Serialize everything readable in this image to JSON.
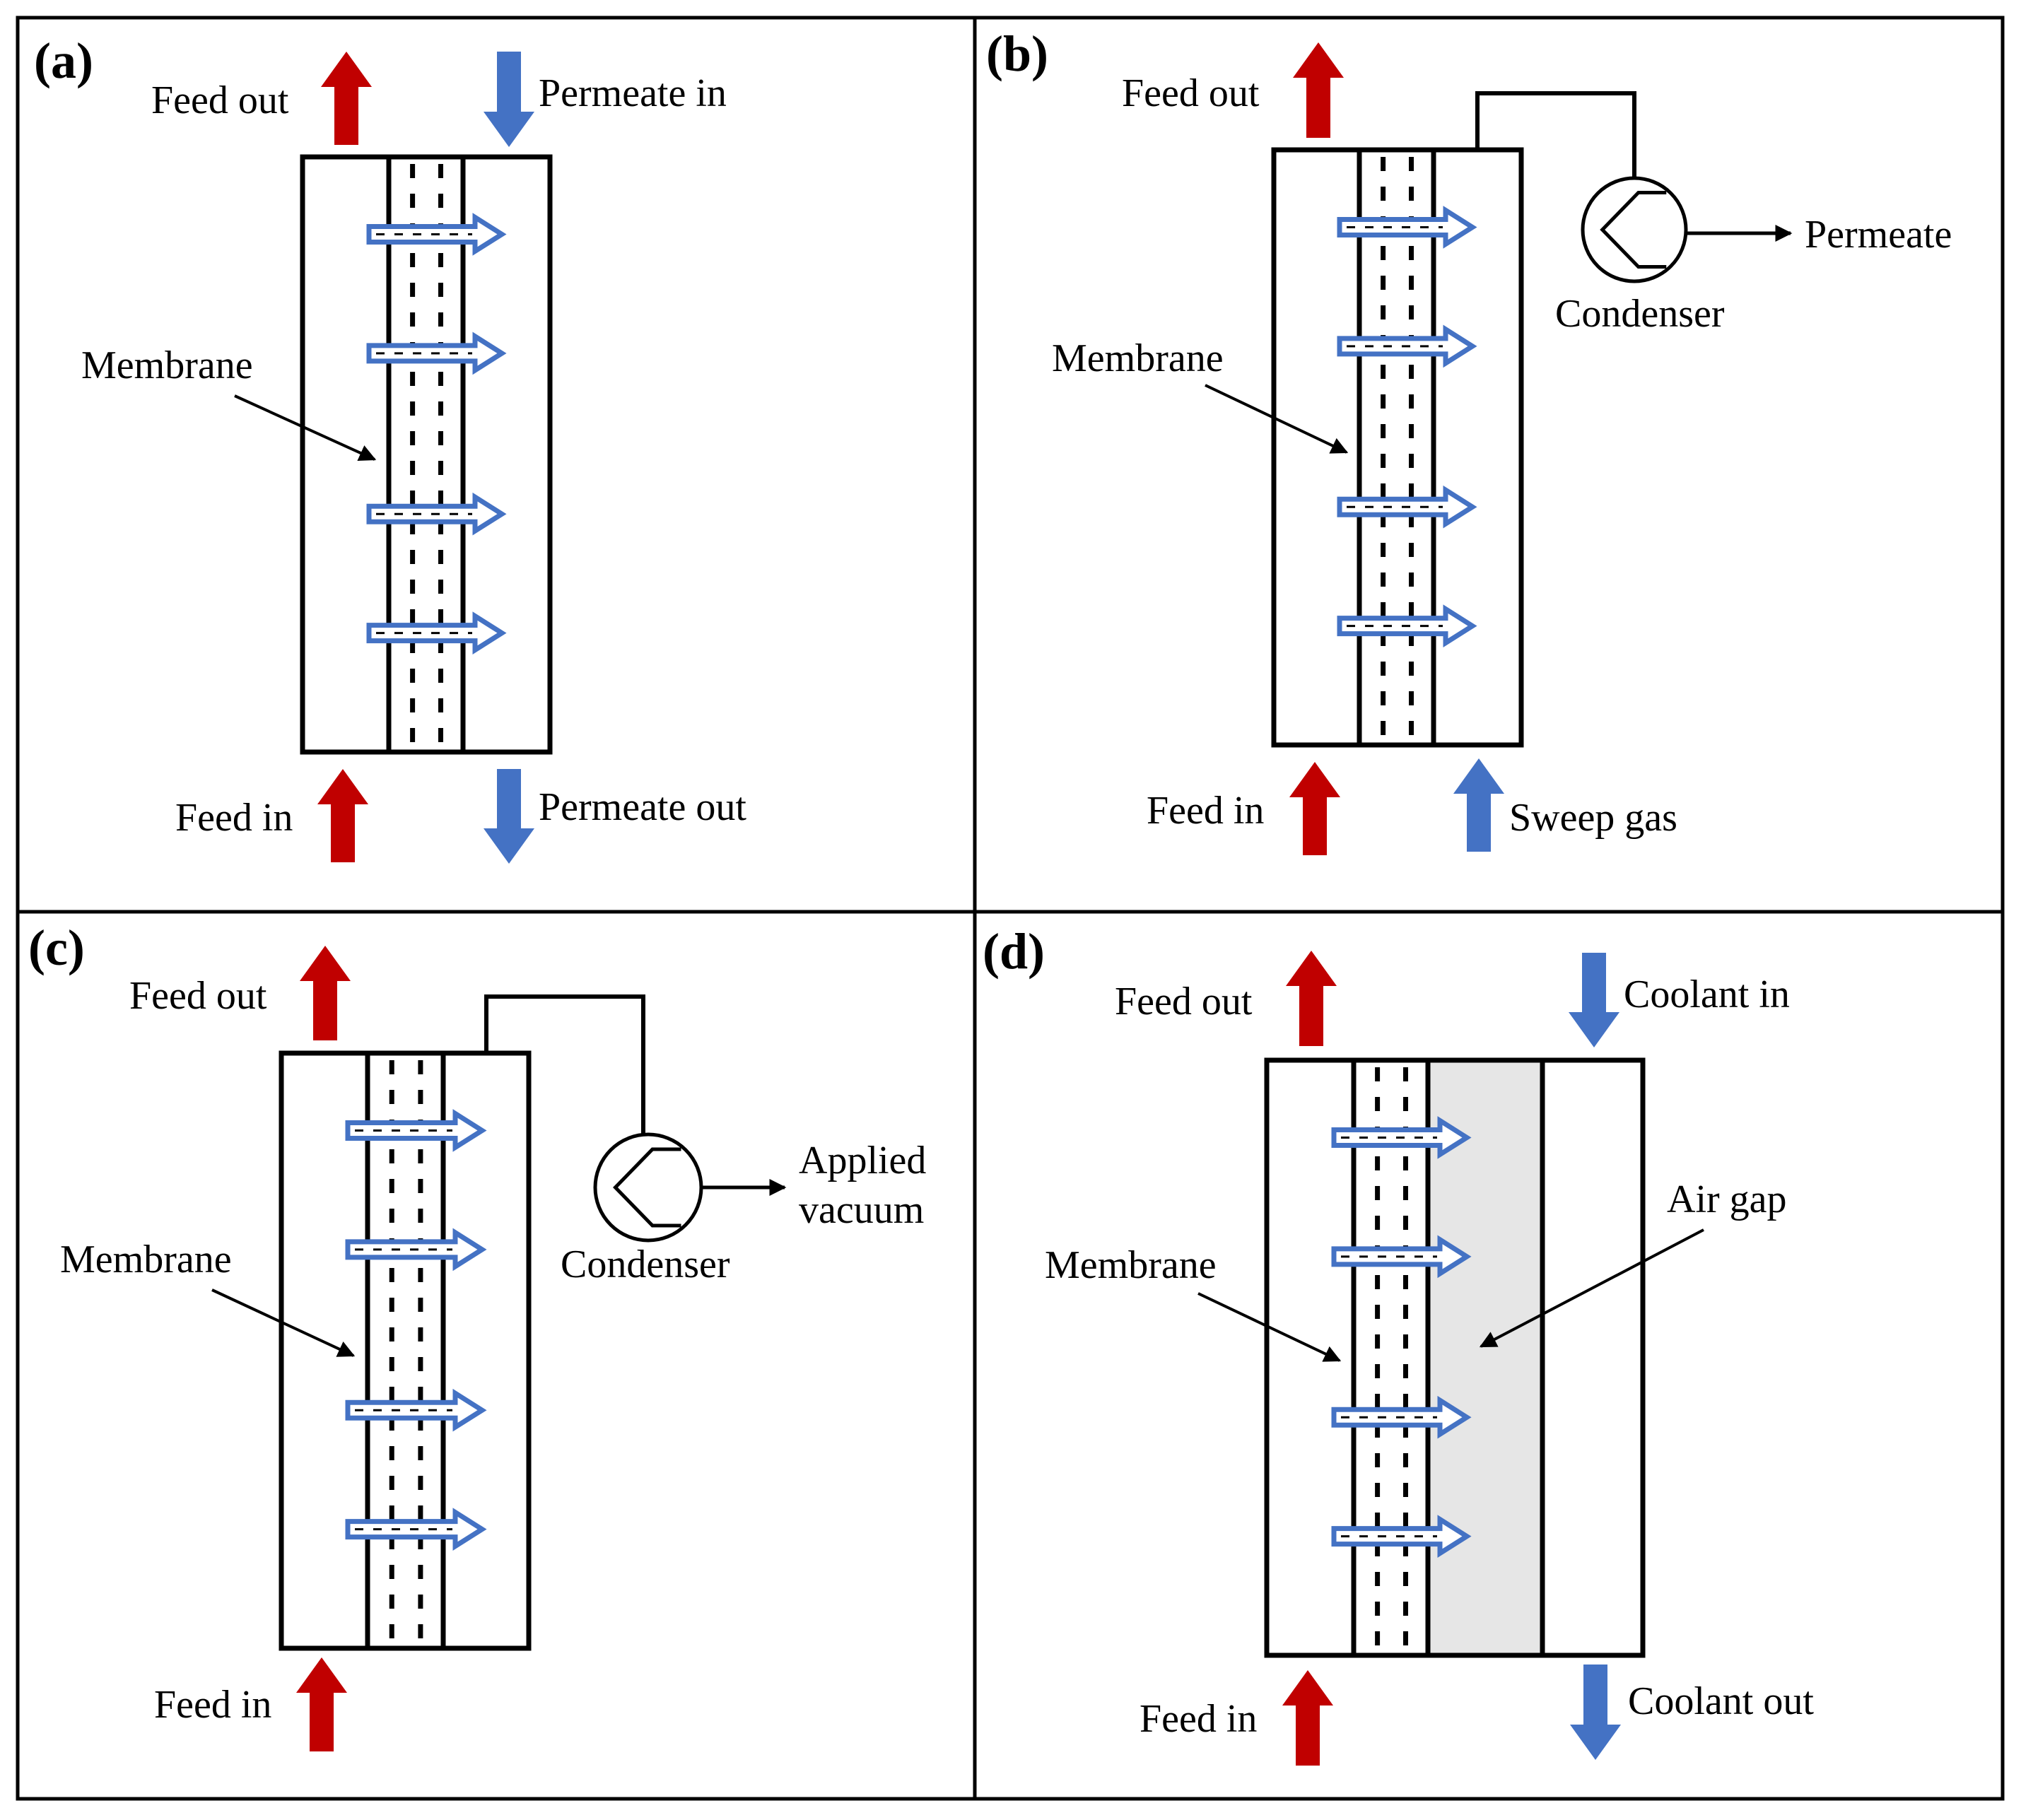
{
  "colors": {
    "feed_arrow": "#c00000",
    "permeate_arrow": "#4472c4",
    "flux_arrow_outline": "#4472c4",
    "air_gap_fill": "#e6e6e6",
    "line": "#000000"
  },
  "panels": [
    {
      "id": "a",
      "label": "(a)",
      "feed_out": "Feed out",
      "feed_in": "Feed in",
      "membrane": "Membrane",
      "permeate_in": "Permeate in",
      "permeate_out": "Permeate out"
    },
    {
      "id": "b",
      "label": "(b)",
      "feed_out": "Feed out",
      "feed_in": "Feed in",
      "membrane": "Membrane",
      "condenser": "Condenser",
      "permeate": "Permeate",
      "sweep_gas": "Sweep gas"
    },
    {
      "id": "c",
      "label": "(c)",
      "feed_out": "Feed out",
      "feed_in": "Feed in",
      "membrane": "Membrane",
      "condenser": "Condenser",
      "applied_line1": "Applied",
      "applied_line2": "vacuum"
    },
    {
      "id": "d",
      "label": "(d)",
      "feed_out": "Feed out",
      "feed_in": "Feed in",
      "membrane": "Membrane",
      "coolant_in": "Coolant in",
      "coolant_out": "Coolant out",
      "air_gap": "Air gap"
    }
  ]
}
